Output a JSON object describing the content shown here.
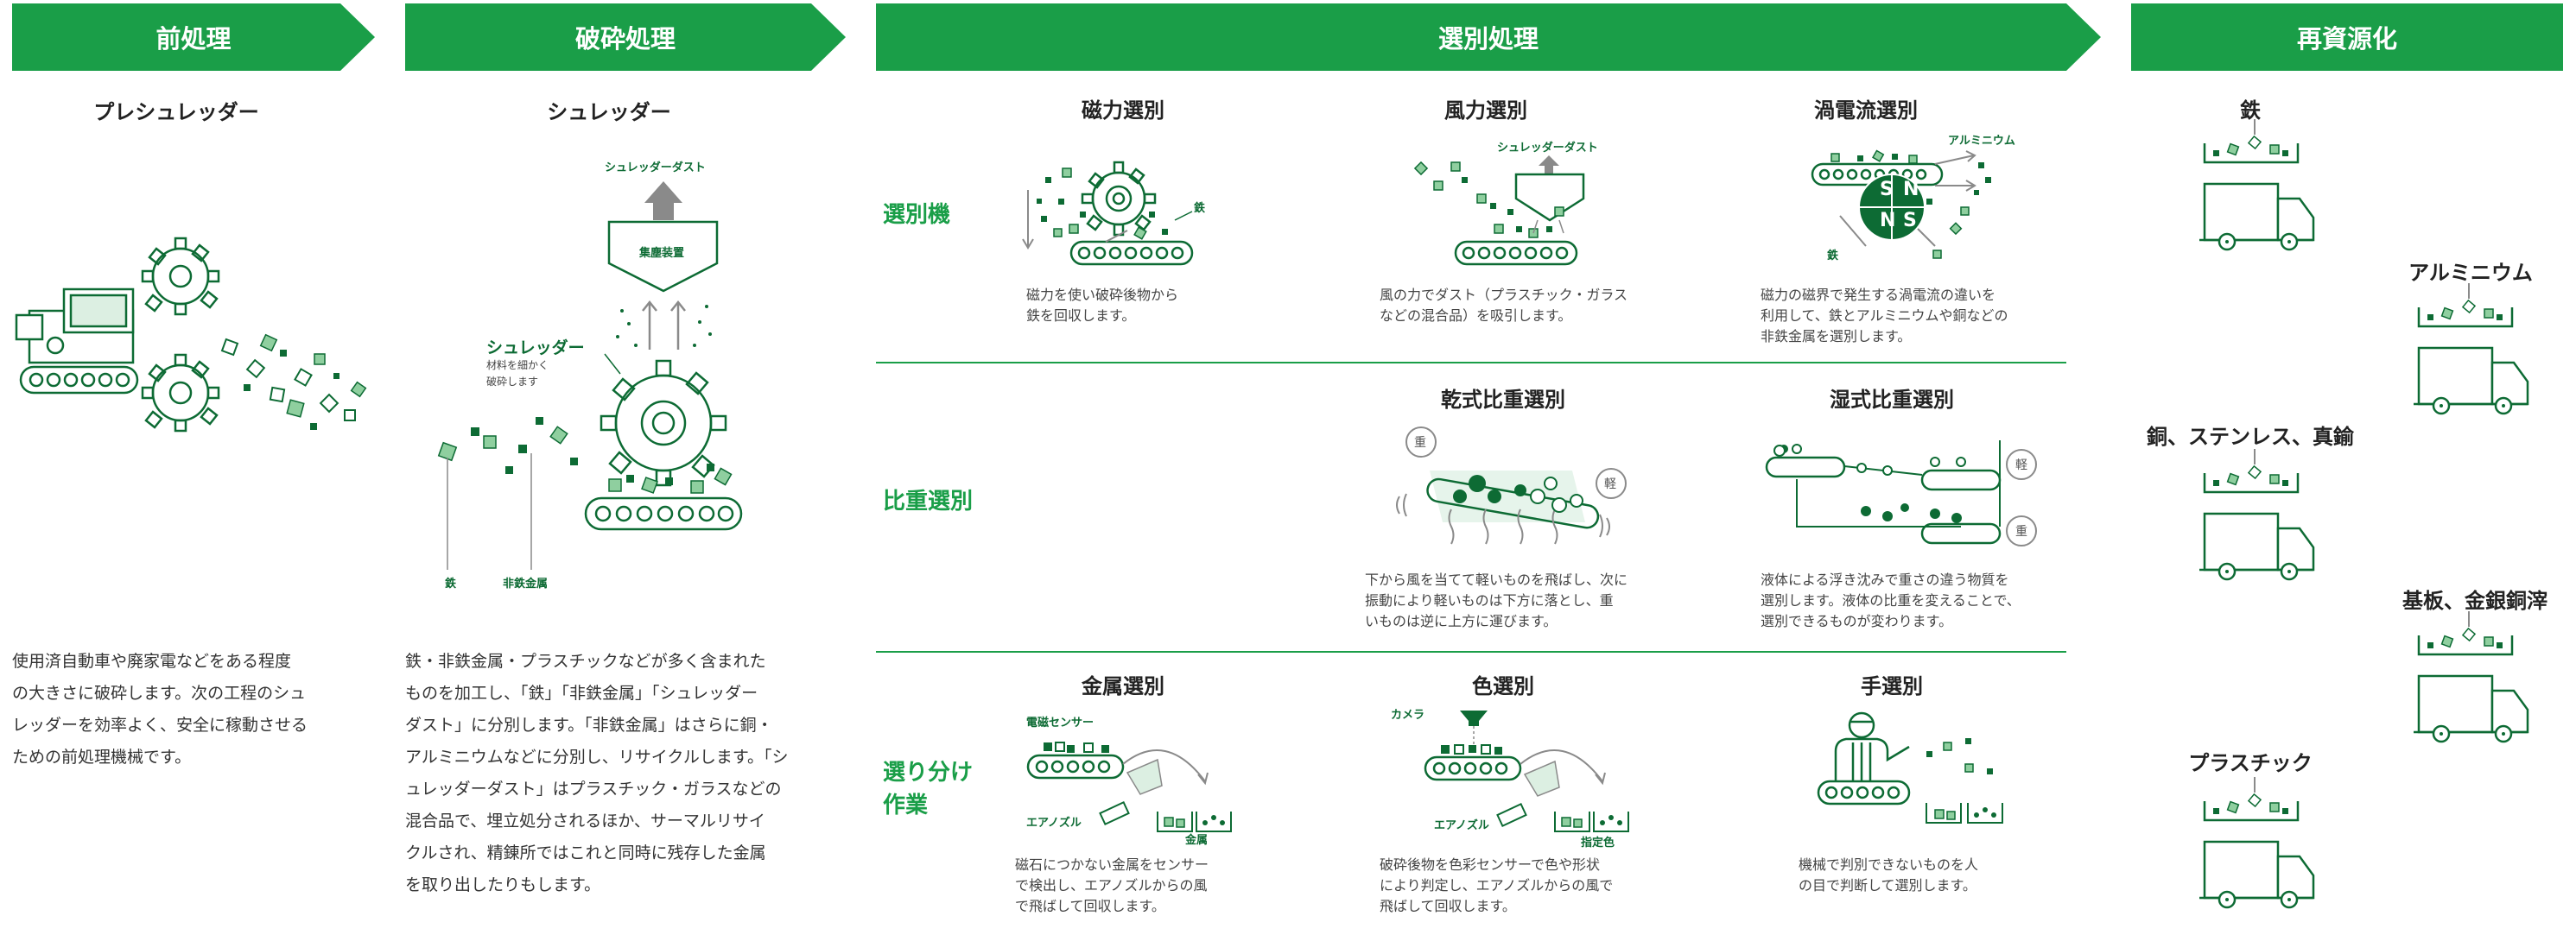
{
  "colors": {
    "accent": "#1a9e48",
    "dark_green": "#0d6b34",
    "light_green": "#8fcf9f",
    "gray": "#8a8a8a"
  },
  "headers": [
    "前処理",
    "破砕処理",
    "選別処理",
    "再資源化"
  ],
  "pre": {
    "title": "プレシュレッダー",
    "desc": [
      "使用済自動車や廃家電などをある程度",
      "の大きさに破砕します。次の工程のシュ",
      "レッダーを効率よく、安全に稼動させる",
      "ための前処理機械です。"
    ]
  },
  "crush": {
    "title": "シュレッダー",
    "label_dust": "シュレッダーダスト",
    "label_collector": "集塵装置",
    "label_shredder": "シュレッダー",
    "label_shredder_note": [
      "材料を細かく",
      "破砕します"
    ],
    "label_iron": "鉄",
    "label_nonferrous": "非鉄金属",
    "desc": [
      "鉄・非鉄金属・プラスチックなどが多く含まれた",
      "ものを加工し、「鉄」「非鉄金属」「シュレッダー",
      "ダスト」に分別します。「非鉄金属」はさらに銅・",
      "アルミニウムなどに分別し、リサイクルします。「シ",
      "ュレッダーダスト」はプラスチック・ガラスなどの",
      "混合品で、埋立処分されるほか、サーマルリサイ",
      "クルされ、精錬所ではこれと同時に残存した金属",
      "を取り出したりもします。"
    ]
  },
  "sort": {
    "rows": [
      {
        "label": [
          "選別機"
        ]
      },
      {
        "label": [
          "比重選別"
        ]
      },
      {
        "label": [
          "選り分け",
          "作業"
        ]
      }
    ],
    "magnetic": {
      "title": "磁力選別",
      "label_iron": "鉄",
      "desc": [
        "磁力を使い破砕後物から",
        "鉄を回収します。"
      ]
    },
    "wind": {
      "title": "風力選別",
      "label_dust": "シュレッダーダスト",
      "desc": [
        "風の力でダスト（プラスチック・ガラス",
        "などの混合品）を吸引します。"
      ]
    },
    "eddy": {
      "title": "渦電流選別",
      "label_al": "アルミニウム",
      "label_iron": "鉄",
      "pole_s": "S",
      "pole_n": "N",
      "desc": [
        "磁力の磁界で発生する渦電流の違いを",
        "利用して、鉄とアルミニウムや銅などの",
        "非鉄金属を選別します。"
      ]
    },
    "dry": {
      "title": "乾式比重選別",
      "heavy": "重",
      "light": "軽",
      "desc": [
        "下から風を当てて軽いものを飛ばし、次に",
        "振動により軽いものは下方に落とし、重",
        "いものは逆に上方に運びます。"
      ]
    },
    "wet": {
      "title": "湿式比重選別",
      "heavy": "重",
      "light": "軽",
      "desc": [
        "液体による浮き沈みで重さの違う物質を",
        "選別します。液体の比重を変えることで、",
        "選別できるものが変わります。"
      ]
    },
    "metal": {
      "title": "金属選別",
      "label_sensor": "電磁センサー",
      "label_nozzle": "エアノズル",
      "label_metal": "金属",
      "desc": [
        "磁石につかない金属をセンサー",
        "で検出し、エアノズルからの風",
        "で飛ばして回収します。"
      ]
    },
    "color": {
      "title": "色選別",
      "label_camera": "カメラ",
      "label_nozzle": "エアノズル",
      "label_color": "指定色",
      "desc": [
        "破砕後物を色彩センサーで色や形状",
        "により判定し、エアノズルからの風で",
        "飛ばして回収します。"
      ]
    },
    "hand": {
      "title": "手選別",
      "desc": [
        "機械で判別できないものを人",
        "の目で判断して選別します。"
      ]
    }
  },
  "recycle": {
    "items": [
      "鉄",
      "アルミニウム",
      "銅、ステンレス、真鍮",
      "基板、金銀銅滓",
      "プラスチック"
    ]
  },
  "icons": [
    "gear-icon",
    "truck-icon",
    "conveyor-icon",
    "magnet-icon",
    "arrow-icon",
    "person-icon",
    "camera-icon",
    "nozzle-icon"
  ]
}
